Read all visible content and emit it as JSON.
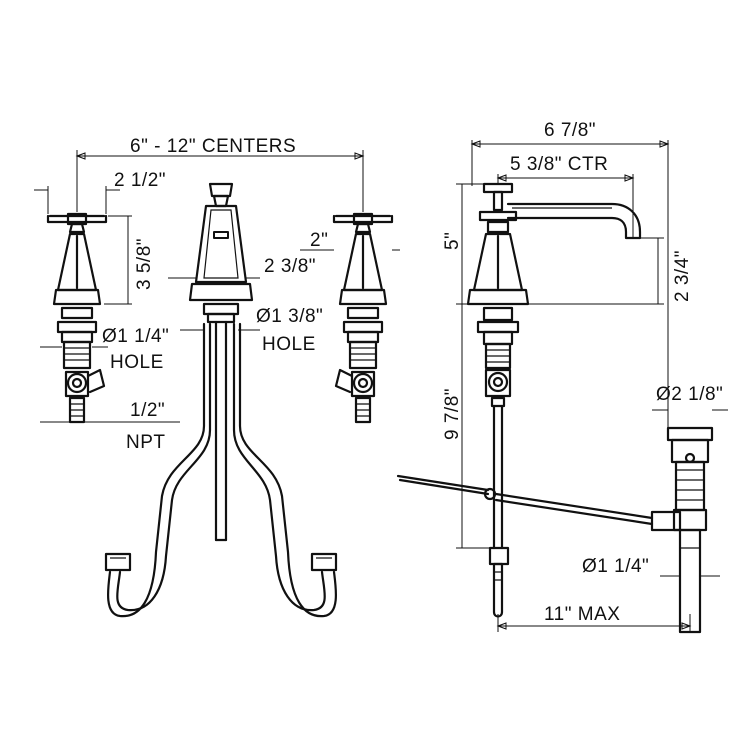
{
  "labels": {
    "centers": "6\" - 12\" CENTERS",
    "handle_offset": "2 1/2\"",
    "handle_height": "3 5/8\"",
    "spout_base_offset": "2 3/8\"",
    "right_handle_offset": "2\"",
    "handle_hole_dia": "Ø1 1/4\"",
    "handle_hole_word": "HOLE",
    "spout_hole_dia": "Ø1 3/8\"",
    "spout_hole_word": "HOLE",
    "npt_size": "1/2\"",
    "npt_word": "NPT",
    "overall_depth": "6 7/8\"",
    "ctr_reach": "5 3/8\" CTR",
    "spout_height": "5\"",
    "spout_clearance": "2 3/4\"",
    "shank_length": "9 7/8\"",
    "drain_top_dia": "Ø2 1/8\"",
    "drain_tail_dia": "Ø1 1/4\"",
    "max_reach": "11\"  MAX"
  }
}
